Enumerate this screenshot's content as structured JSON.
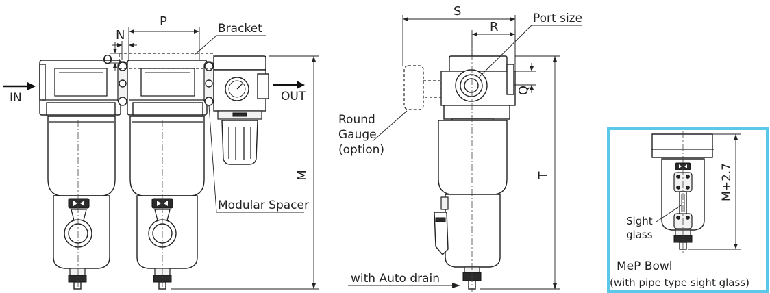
{
  "labels": {
    "bracket": "Bracket",
    "in": "IN",
    "out": "OUT",
    "modular_spacer": "Modular Spacer",
    "port_size": "Port size",
    "round_gauge_1": "Round",
    "round_gauge_2": "Gauge",
    "round_gauge_3": "(option)",
    "with_auto_drain": "with Auto drain",
    "sight_glass_1": "Sight",
    "sight_glass_2": "glass",
    "mep_bowl_1": "MeP Bowl",
    "mep_bowl_2": "(with pipe type sight glass)"
  },
  "dimensions": {
    "N": "N",
    "O": "O",
    "P": "P",
    "M": "M",
    "S": "S",
    "R": "R",
    "Q": "Q",
    "T": "T",
    "M_plus": "M+2.7"
  },
  "colors": {
    "inset_border": "#5bc8ea",
    "line": "#222222"
  }
}
